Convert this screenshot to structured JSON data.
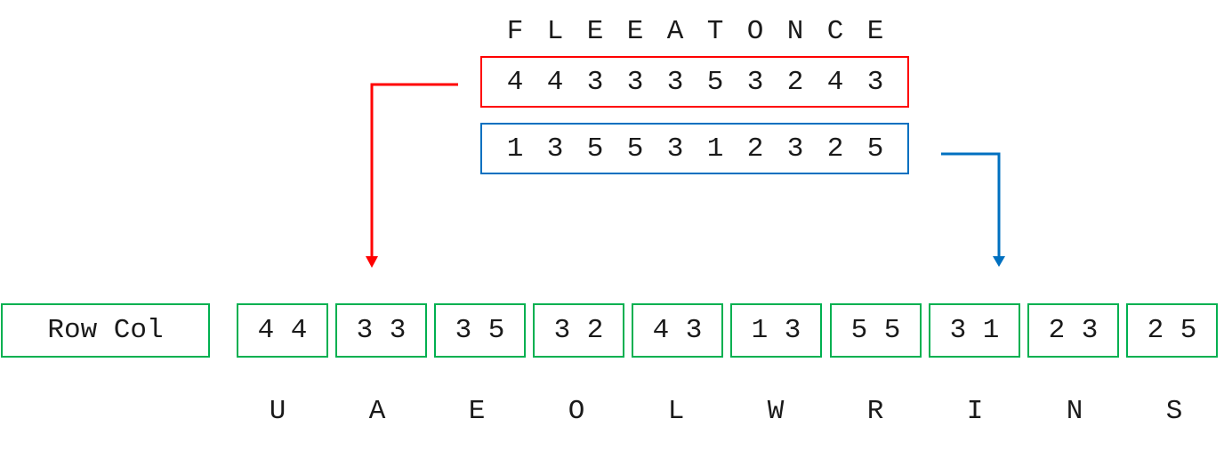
{
  "key": {
    "letters": [
      "F",
      "L",
      "E",
      "E",
      "A",
      "T",
      "O",
      "N",
      "C",
      "E"
    ]
  },
  "row_sequence": {
    "color": "#FF0000",
    "values": [
      "4",
      "4",
      "3",
      "3",
      "3",
      "5",
      "3",
      "2",
      "4",
      "3"
    ]
  },
  "col_sequence": {
    "color": "#0070C0",
    "values": [
      "1",
      "3",
      "5",
      "5",
      "3",
      "1",
      "2",
      "3",
      "2",
      "5"
    ]
  },
  "pairs_header": {
    "label": "Row Col",
    "color": "#00B050"
  },
  "pairs": [
    {
      "coords": "4 4",
      "letter": "U"
    },
    {
      "coords": "3 3",
      "letter": "A"
    },
    {
      "coords": "3 5",
      "letter": "E"
    },
    {
      "coords": "3 2",
      "letter": "O"
    },
    {
      "coords": "4 3",
      "letter": "L"
    },
    {
      "coords": "1 3",
      "letter": "W"
    },
    {
      "coords": "5 5",
      "letter": "R"
    },
    {
      "coords": "3 1",
      "letter": "I"
    },
    {
      "coords": "2 3",
      "letter": "N"
    },
    {
      "coords": "2 5",
      "letter": "S"
    }
  ],
  "arrows": [
    {
      "name": "row-arrow",
      "color": "#FF0000",
      "from": "row_sequence",
      "to": "pairs.1"
    },
    {
      "name": "col-arrow",
      "color": "#0070C0",
      "from": "col_sequence",
      "to": "pairs.7"
    }
  ]
}
